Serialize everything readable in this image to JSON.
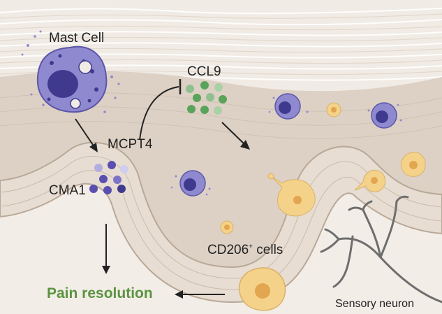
{
  "labels": {
    "mast_cell": "Mast Cell",
    "ccl9": "CCL9",
    "mcpt4": "MCPT4",
    "cma1": "CMA1",
    "cd206_base": "CD206",
    "cd206_sup": "+",
    "cd206_suffix": " cells",
    "pain_resolution": "Pain resolution",
    "sensory_neuron": "Sensory neuron"
  },
  "colors": {
    "mast_cell_fill": "#8f8ad0",
    "mast_cell_dark": "#3f3a8e",
    "ccl9_green": "#5aa35a",
    "cma1_purple": "#5a4fb0",
    "cd206_cell": "#f4d28a",
    "cd206_nucleus": "#e2a550",
    "pain_resolution_green": "#5a9440",
    "tissue": "#ddd1c5",
    "epithelium": "#e9e0d5",
    "lumen": "#f3ede7",
    "neuron": "#6e6e6e"
  },
  "icons": [
    "mast-cell-icon",
    "ccl9-granules-icon",
    "cma1-granules-icon",
    "cd206-cell-icon",
    "sensory-neuron-icon",
    "inhibition-arrow-icon"
  ]
}
